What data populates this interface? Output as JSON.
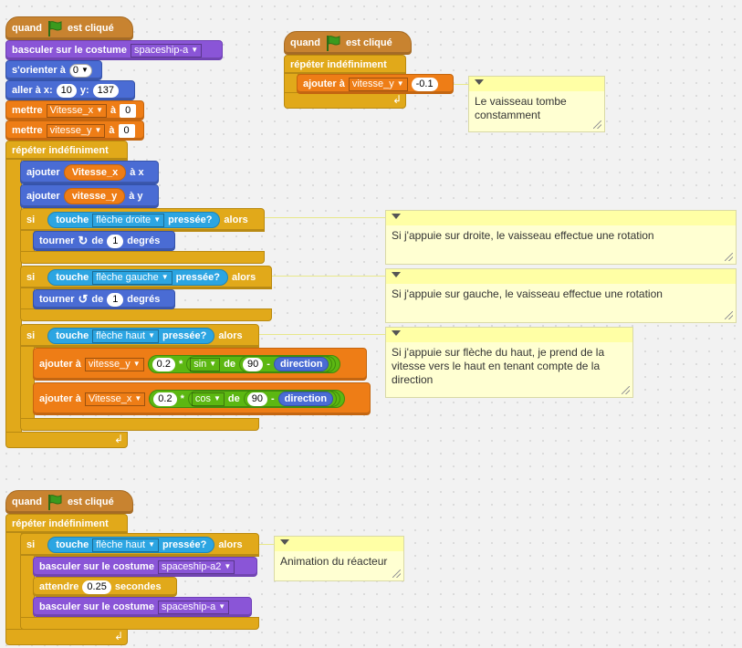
{
  "scripts": {
    "main": {
      "hat": {
        "pre": "quand",
        "post": "est cliqué"
      },
      "costume": {
        "label": "basculer sur le costume",
        "value": "spaceship-a"
      },
      "orient": {
        "label": "s'orienter à",
        "value": "0"
      },
      "goto": {
        "label_x": "aller à x:",
        "x": "10",
        "label_y": "y:",
        "y": "137"
      },
      "set_vx": {
        "label": "mettre",
        "var": "Vitesse_x",
        "to": "à",
        "value": "0"
      },
      "set_vy": {
        "label": "mettre",
        "var": "vitesse_y",
        "to": "à",
        "value": "0"
      },
      "forever": {
        "label": "répéter indéfiniment"
      },
      "add_x": {
        "label": "ajouter",
        "var": "Vitesse_x",
        "suffix": "à x"
      },
      "add_y": {
        "label": "ajouter",
        "var": "vitesse_y",
        "suffix": "à y"
      },
      "if_right": {
        "si": "si",
        "touche": "touche",
        "key": "flèche droite",
        "pressed": "pressée?",
        "alors": "alors"
      },
      "turn_right": {
        "label": "tourner",
        "de": "de",
        "value": "1",
        "unit": "degrés"
      },
      "if_left": {
        "si": "si",
        "touche": "touche",
        "key": "flèche gauche",
        "pressed": "pressée?",
        "alors": "alors"
      },
      "turn_left": {
        "label": "tourner",
        "de": "de",
        "value": "1",
        "unit": "degrés"
      },
      "if_up": {
        "si": "si",
        "touche": "touche",
        "key": "flèche haut",
        "pressed": "pressée?",
        "alors": "alors"
      },
      "change_vy": {
        "label": "ajouter à",
        "var": "vitesse_y",
        "factor": "0.2",
        "mul": "*",
        "fn": "sin",
        "de": "de",
        "base": "90",
        "minus": "-",
        "dir": "direction"
      },
      "change_vx": {
        "label": "ajouter à",
        "var": "Vitesse_x",
        "factor": "0.2",
        "mul": "*",
        "fn": "cos",
        "de": "de",
        "base": "90",
        "minus": "-",
        "dir": "direction"
      }
    },
    "gravity": {
      "hat": {
        "pre": "quand",
        "post": "est cliqué"
      },
      "forever": {
        "label": "répéter indéfiniment"
      },
      "add": {
        "label": "ajouter à",
        "var": "vitesse_y",
        "value": "-0.1"
      }
    },
    "reactor": {
      "hat": {
        "pre": "quand",
        "post": "est cliqué"
      },
      "forever": {
        "label": "répéter indéfiniment"
      },
      "if_up": {
        "si": "si",
        "touche": "touche",
        "key": "flèche haut",
        "pressed": "pressée?",
        "alors": "alors"
      },
      "costume2": {
        "label": "basculer sur le costume",
        "value": "spaceship-a2"
      },
      "wait": {
        "label": "attendre",
        "value": "0.25",
        "unit": "secondes"
      },
      "costume1": {
        "label": "basculer sur le costume",
        "value": "spaceship-a"
      }
    }
  },
  "comments": {
    "gravity": "Le vaisseau tombe constamment",
    "right": "Si j'appuie sur droite, le vaisseau effectue une rotation",
    "left": "Si j'appuie sur gauche, le vaisseau effectue une rotation",
    "up": "Si j'appuie sur flèche du haut, je prend de la vitesse vers le haut en tenant compte de la direction",
    "reactor": "Animation du réacteur"
  },
  "colors": {
    "events": "#c88330",
    "looks": "#8a55d7",
    "motion": "#4a6cd4",
    "data": "#ee7d16",
    "control": "#e1a91a",
    "sensing": "#2ca5e2",
    "operators": "#5cb712",
    "comment": "#ffffd2",
    "flag": "#3a9a1e"
  },
  "icons": {
    "flag": "green-flag-icon",
    "rotate_right": "rotate-right-icon",
    "rotate_left": "rotate-left-icon",
    "loop": "loop-arrow-icon",
    "caret": "dropdown-caret-icon"
  }
}
